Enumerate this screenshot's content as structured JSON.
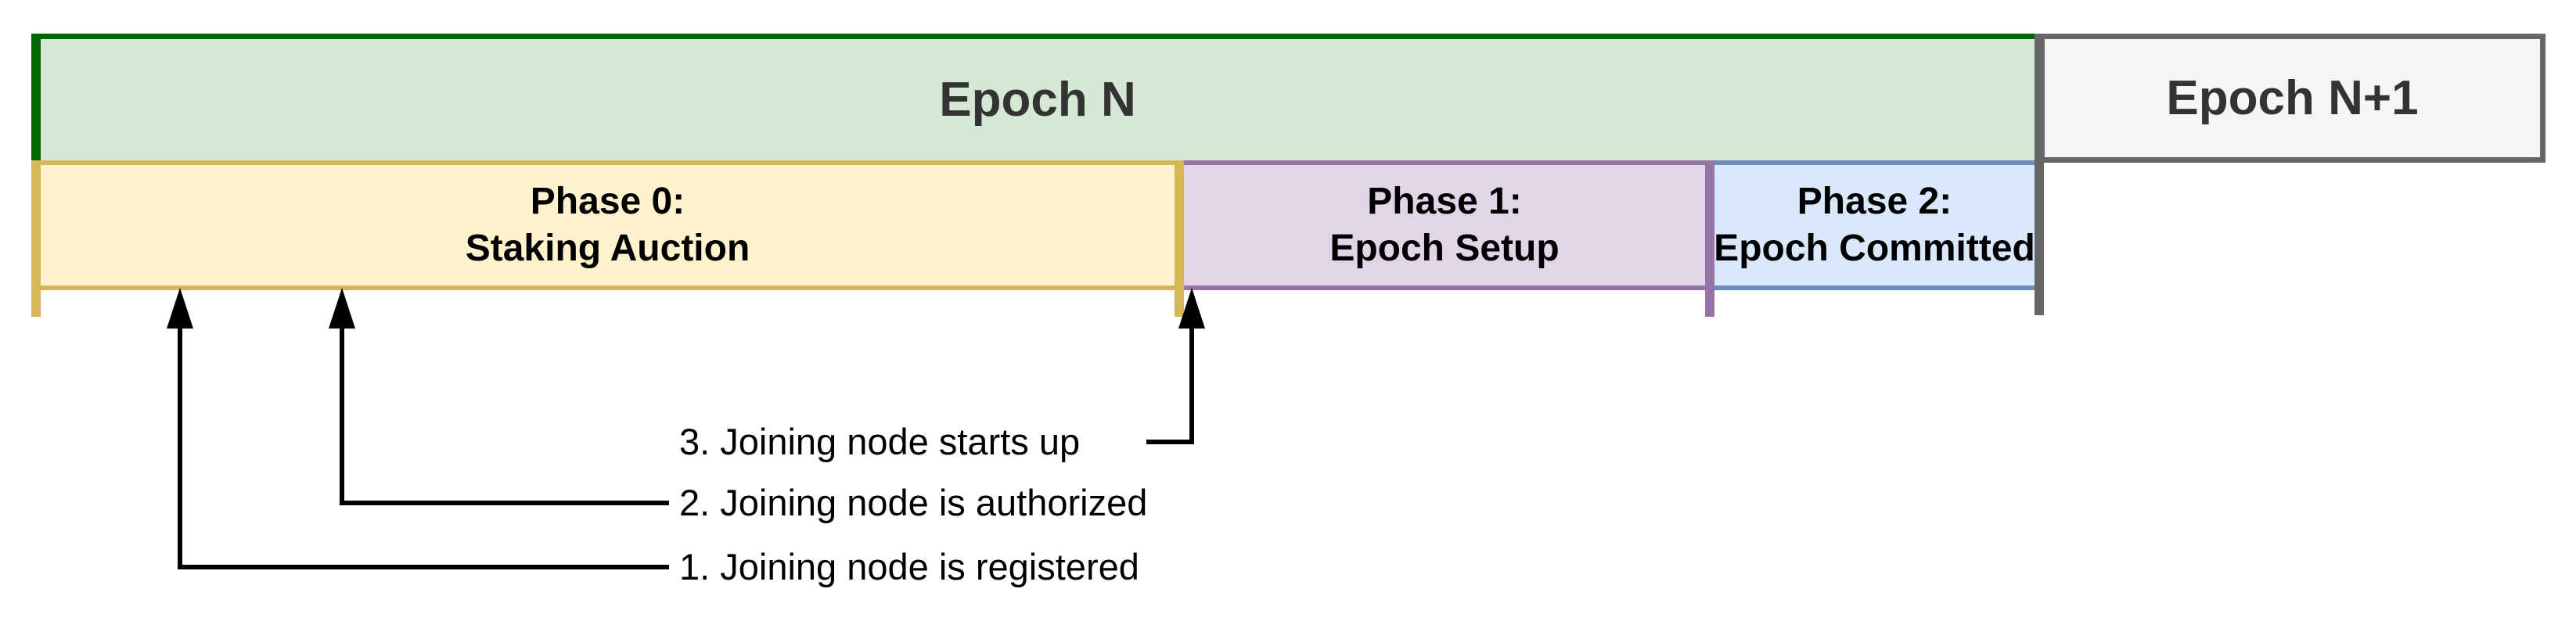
{
  "colors": {
    "epoch-n-fill": "#d5e8d4",
    "epoch-n-stroke": "#006600",
    "epoch-n1-fill": "#f5f5f5",
    "epoch-n1-stroke": "#666666",
    "phase0-fill": "#fff2cc",
    "phase0-stroke": "#d6b656",
    "phase1-fill": "#e1d5e7",
    "phase1-stroke": "#9673a6",
    "phase2-fill": "#dae8fc",
    "phase2-stroke": "#6c8ebf",
    "connector": "#000000",
    "epoch-label-text": "#333333",
    "phase-label-text": "#000000"
  },
  "timeline": {
    "epochs": [
      {
        "label": "Epoch N"
      },
      {
        "label": "Epoch N+1"
      }
    ],
    "phases": [
      {
        "line1": "Phase 0:",
        "line2": "Staking Auction"
      },
      {
        "line1": "Phase 1:",
        "line2": "Epoch Setup"
      },
      {
        "line1": "Phase 2:",
        "line2": "Epoch Committed"
      }
    ],
    "events": [
      {
        "label": "1. Joining node is registered"
      },
      {
        "label": "2. Joining node is authorized"
      },
      {
        "label": "3. Joining node starts up"
      }
    ]
  }
}
